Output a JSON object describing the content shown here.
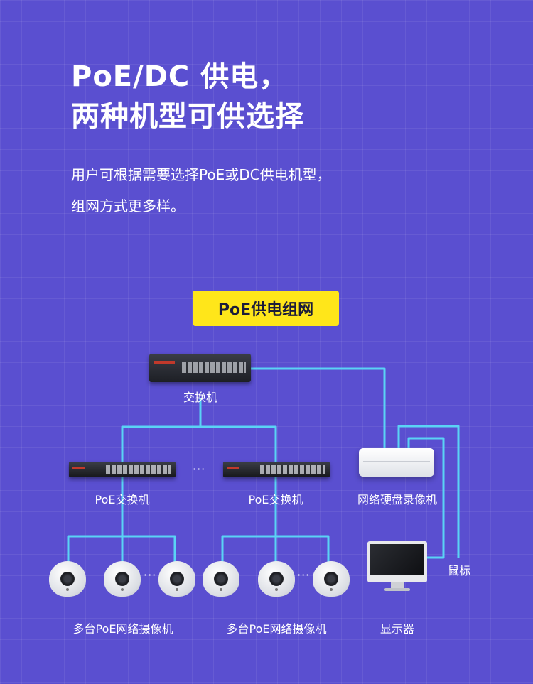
{
  "title": {
    "line1": "PoE/DC 供电，",
    "line2": "两种机型可供选择"
  },
  "subtitle": {
    "line1": "用户可根据需要选择PoE或DC供电机型，",
    "line2": "组网方式更多样。"
  },
  "badge": "PoE供电组网",
  "diagram": {
    "switch_label": "交换机",
    "poe_switch_label": "PoE交换机",
    "nvr_label": "网络硬盘录像机",
    "mouse_label": "鼠标",
    "monitor_label": "显示器",
    "cameras_label": "多台PoE网络摄像机",
    "ellipsis": "···"
  },
  "colors": {
    "background": "#5a4fd0",
    "badge": "#ffe61a",
    "wire": "#5ad3f5"
  }
}
